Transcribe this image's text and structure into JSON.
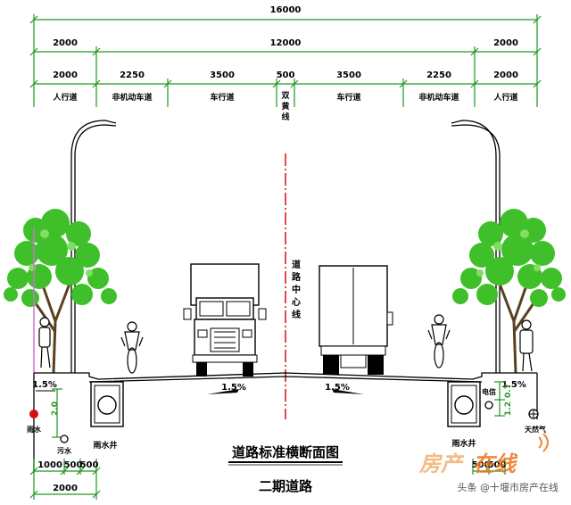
{
  "dimensions": {
    "total": "16000",
    "sidewalk_left": "2000",
    "carriageway": "12000",
    "sidewalk_right": "2000"
  },
  "lanes": [
    {
      "width": "2000",
      "label": "人行道"
    },
    {
      "width": "2250",
      "label": "非机动车道"
    },
    {
      "width": "3500",
      "label": "车行道"
    },
    {
      "width": "500",
      "label": "双黄线"
    },
    {
      "width": "3500",
      "label": "车行道"
    },
    {
      "width": "2250",
      "label": "非机动车道"
    },
    {
      "width": "2000",
      "label": "人行道"
    }
  ],
  "centerline_label": "道路中心线",
  "slopes": {
    "left_walk": "1.5%",
    "left_road": "1.5%",
    "right_road": "1.5%",
    "right_walk": "1.5%"
  },
  "pipes": {
    "left_depth": "2.0",
    "right_depth_1": "0.7",
    "right_depth_2": "1.2",
    "sewage": "雨水",
    "wastewater": "污水",
    "rain_well": "雨水井",
    "telecom": "电信",
    "gas": "天然气",
    "rain_well_right": "雨水井"
  },
  "bottom_dims": {
    "a": "1000",
    "b": "500",
    "c": "500",
    "total": "2000",
    "right_a": "500",
    "right_b": "500"
  },
  "title": "道路标准横断面图",
  "subtitle": "二期道路",
  "watermark": {
    "brand_a": "房产",
    "brand_b": "在线",
    "credit": "头条 @十堰市房产在线"
  },
  "colors": {
    "dimension": "#1a9a1a",
    "tree": "#3fbf2a",
    "center": "#d01010",
    "brand": "#e8761e"
  }
}
